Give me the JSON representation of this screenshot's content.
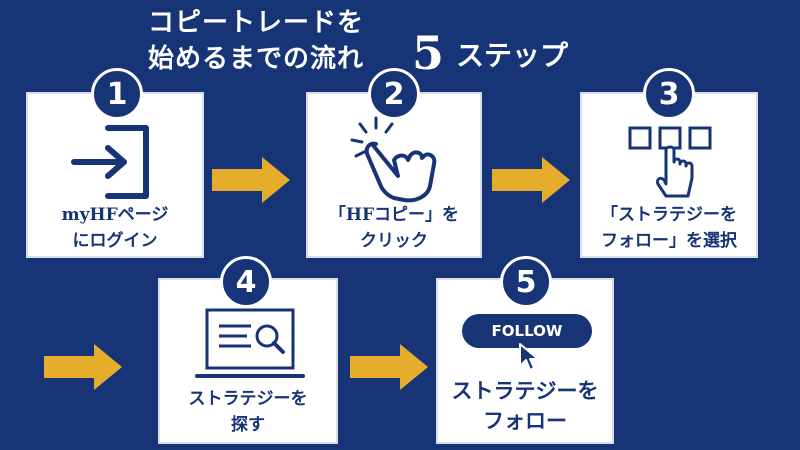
{
  "title": {
    "line1": "コピートレードを",
    "line2": "始めるまでの流れ",
    "count": "5",
    "suffix": "ステップ"
  },
  "colors": {
    "background": "#173477",
    "card": "#ffffff",
    "arrow": "#e6ad2c",
    "text": "#173477"
  },
  "steps": [
    {
      "number": "1",
      "line1": "myHFページ",
      "line2": "にログイン",
      "icon": "login-icon"
    },
    {
      "number": "2",
      "line1": "「HFコピー」を",
      "line2": "クリック",
      "icon": "hand-click-icon"
    },
    {
      "number": "3",
      "line1": "「ストラテジーを",
      "line2": "フォロー」を選択",
      "icon": "select-boxes-icon"
    },
    {
      "number": "4",
      "line1": "ストラテジーを",
      "line2": "探す",
      "icon": "laptop-search-icon"
    },
    {
      "number": "5",
      "line1": "ストラテジーを",
      "line2": "フォロー",
      "icon": "follow-button-icon",
      "button_text": "FOLLOW"
    }
  ]
}
